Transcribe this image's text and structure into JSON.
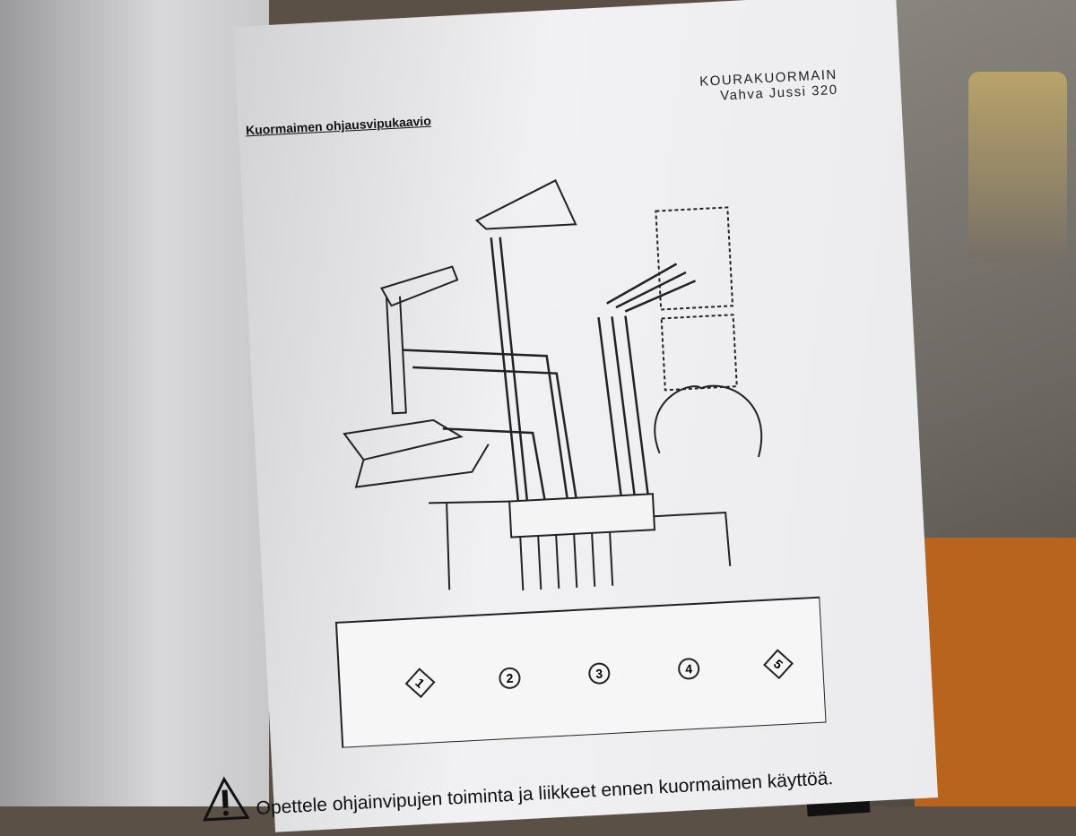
{
  "document": {
    "header_line1": "KOURAKUORMAIN",
    "header_line2": "Vahva Jussi 320",
    "title": "Kuormaimen ohjausvipukaavio",
    "lever_numbers": [
      "1",
      "2",
      "3",
      "4",
      "5"
    ],
    "warning_text": "Opettele ohjainvipujen toiminta ja liikkeet ennen kuormaimen käyttöä.",
    "warning_icon": "warning-triangle-icon"
  }
}
